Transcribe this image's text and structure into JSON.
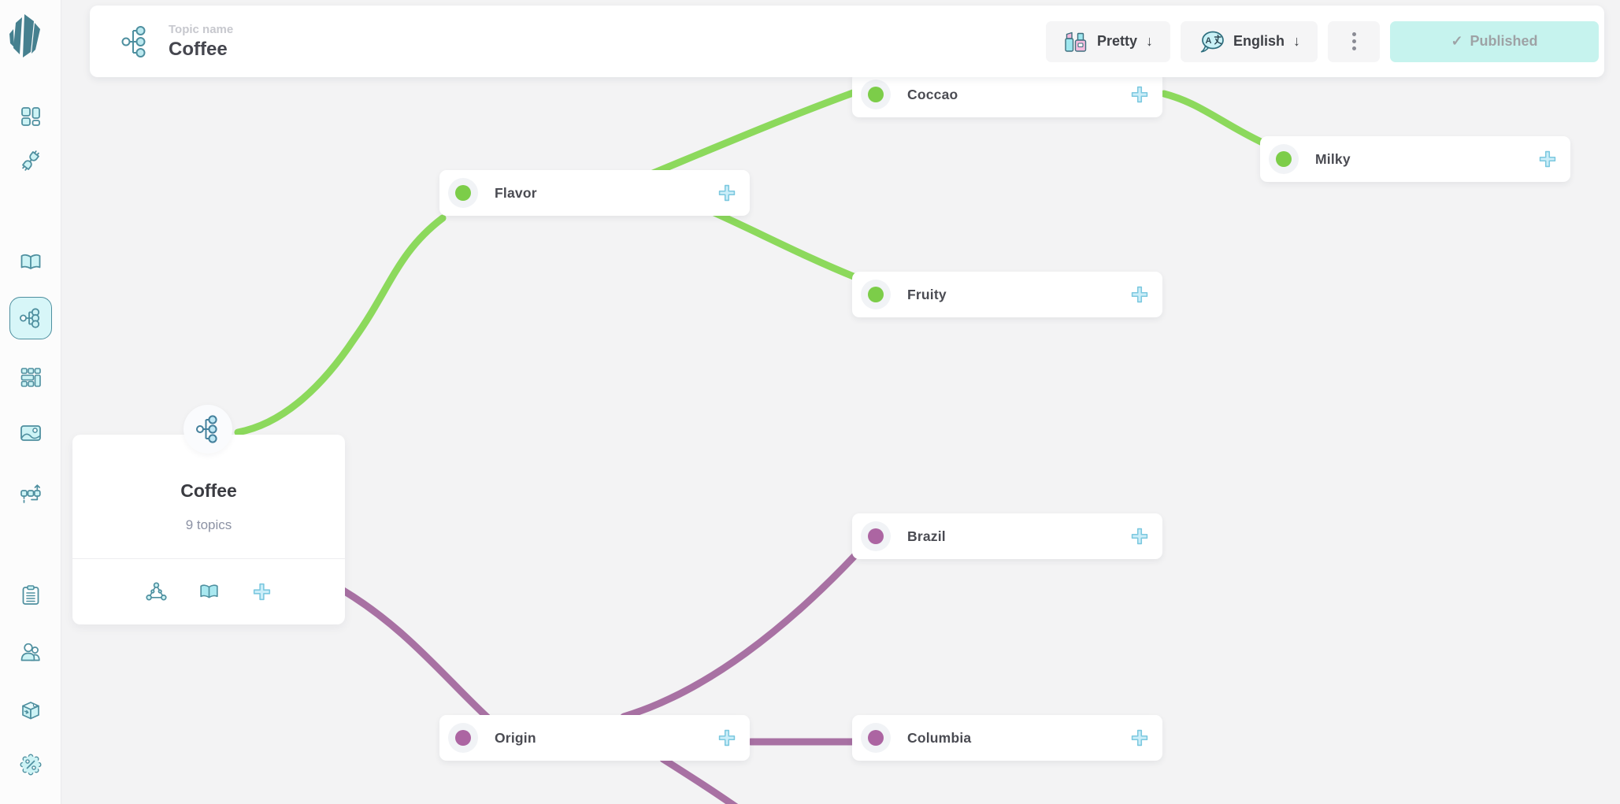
{
  "header": {
    "topic_label": "Topic name",
    "topic_name": "Coffee",
    "style_button": {
      "label": "Pretty",
      "arrow": "↓"
    },
    "language_button": {
      "label": "English",
      "arrow": "↓"
    },
    "publish_button": {
      "label": "Published",
      "check": "✓"
    }
  },
  "sidebar": {
    "items": [
      {
        "icon": "dashboard-icon"
      },
      {
        "icon": "plug-icon"
      },
      {
        "icon": "book-icon"
      },
      {
        "icon": "mindmap-icon",
        "selected": true
      },
      {
        "icon": "grid-cards-icon"
      },
      {
        "icon": "image-icon"
      },
      {
        "icon": "flow-export-icon"
      },
      {
        "icon": "clipboard-icon"
      },
      {
        "icon": "users-icon"
      },
      {
        "icon": "box-icon"
      },
      {
        "icon": "percent-badge-icon"
      }
    ]
  },
  "canvas": {
    "root": {
      "title": "Coffee",
      "subtitle": "9 topics"
    },
    "nodes": [
      {
        "label": "Flavor",
        "color": "green"
      },
      {
        "label": "Coccao",
        "color": "green"
      },
      {
        "label": "Milky",
        "color": "green"
      },
      {
        "label": "Fruity",
        "color": "green"
      },
      {
        "label": "Brazil",
        "color": "purple"
      },
      {
        "label": "Origin",
        "color": "purple"
      },
      {
        "label": "Columbia",
        "color": "purple"
      }
    ]
  },
  "colors": {
    "green_edge": "#8CD95C",
    "green_dot": "#7CCD49",
    "purple_edge": "#A871A3",
    "purple_dot": "#AC65A2",
    "accent_teal": "#4E8F9F",
    "accent_cyan_fill": "#CDF3F5",
    "published_bg": "#C6F3EE",
    "canvas_bg": "#F3F3F4"
  }
}
